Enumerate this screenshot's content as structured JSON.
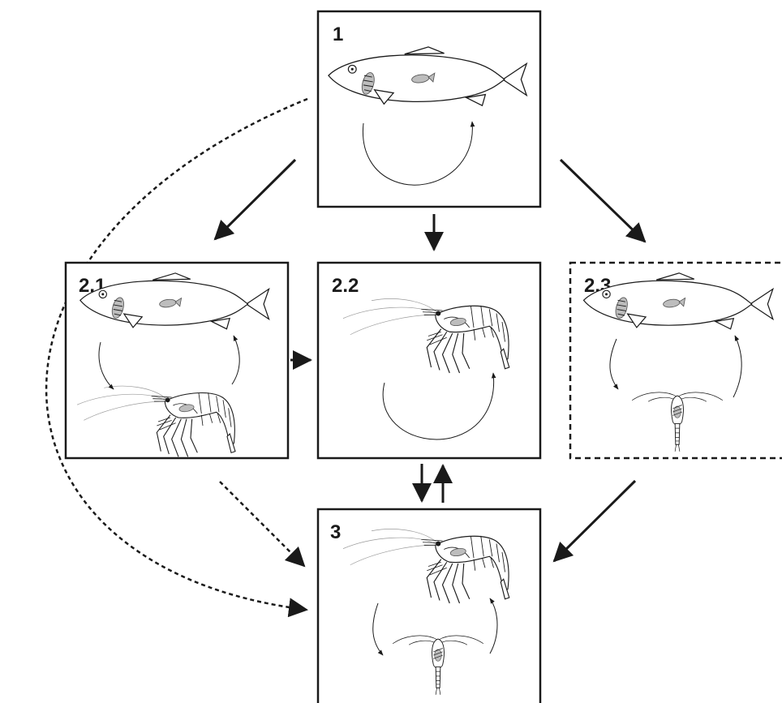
{
  "boxes": {
    "b1": "1",
    "b21": "2.1",
    "b22": "2.2",
    "b23": "2.3",
    "b3": "3"
  },
  "box_23_style": "dashed",
  "organisms": [
    "fish-icon",
    "shrimp-icon",
    "copepod-icon"
  ]
}
